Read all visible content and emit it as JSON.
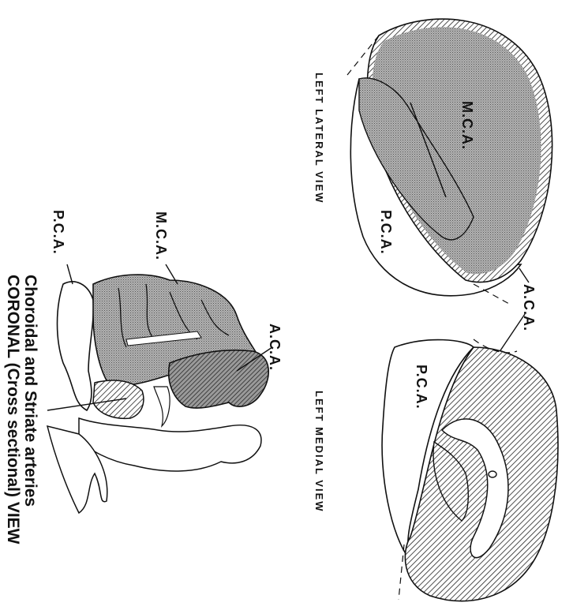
{
  "views": {
    "lateral": {
      "title": "LEFT  LATERAL  VIEW",
      "mca": "M.C.A.",
      "pca": "P.C.A."
    },
    "shared": {
      "aca": "A.C.A."
    },
    "medial": {
      "title": "LEFT  MEDIAL  VIEW",
      "pca": "P.C.A."
    },
    "coronal": {
      "mca": "M.C.A.",
      "pca": "P.C.A.",
      "aca": "A.C.A.",
      "caption_line1": "Choroidal and Striate arteries",
      "caption_line2": "CORONAL (Cross  sectional) VIEW"
    }
  },
  "legend": {
    "colors": {
      "mca_fill": "#8a8a8a",
      "hatch": "#222222",
      "outline": "#111111"
    }
  }
}
